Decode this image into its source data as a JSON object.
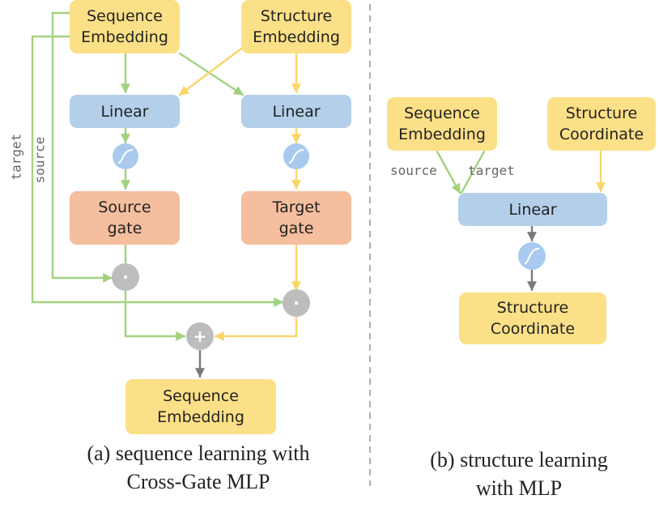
{
  "colors": {
    "green": "#A3D27F",
    "yellow": "#F8D66A",
    "gray": "#7A7A7A",
    "box_yellow": "#FCE087",
    "box_blue": "#B3CFEA",
    "box_orange": "#F5BE9E"
  },
  "left": {
    "seq_embedding": "Sequence\nEmbedding",
    "struct_embedding": "Structure\nEmbedding",
    "linear_left": "Linear",
    "linear_right": "Linear",
    "source_gate": "Source\ngate",
    "target_gate": "Target\ngate",
    "output_embedding": "Sequence\nEmbedding",
    "label_target": "target",
    "label_source": "source",
    "dot_symbol": "·",
    "plus_symbol": "+",
    "caption": "(a) sequence learning with\nCross-Gate MLP"
  },
  "right": {
    "seq_embedding": "Sequence\nEmbedding",
    "struct_coordinate": "Structure\nCoordinate",
    "linear": "Linear",
    "output_coordinate": "Structure\nCoordinate",
    "label_source": "source",
    "label_target": "target",
    "caption": "(b) structure learning\nwith MLP"
  }
}
